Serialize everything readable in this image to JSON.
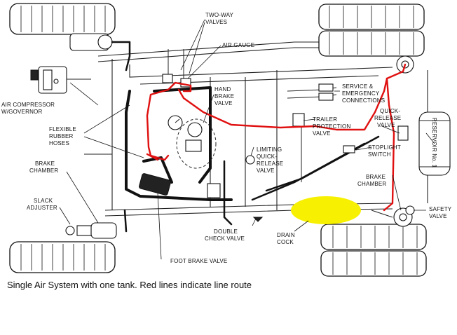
{
  "labels": {
    "two_way_1": "TWO-WAY",
    "two_way_2": "VALVES",
    "air_gauge": "AIR GAUGE",
    "hand_brake_1": "HAND",
    "hand_brake_2": "BRAKE",
    "hand_brake_3": "VALVE",
    "air_comp_1": "AIR COMPRESSOR",
    "air_comp_2": "W/GOVERNOR",
    "flex_1": "FLEXIBLE",
    "flex_2": "RUBBER",
    "flex_3": "HOSES",
    "brake_ch_left_1": "BRAKE",
    "brake_ch_left_2": "CHAMBER",
    "slack_1": "SLACK",
    "slack_2": "ADJUSTER",
    "service_1": "SERVICE &",
    "service_2": "EMERGENCY",
    "service_3": "CONNECTIONS",
    "quick_rel_1": "QUICK-",
    "quick_rel_2": "RELEASE",
    "quick_rel_3": "VALVE",
    "trailer_1": "TRAILER",
    "trailer_2": "PROTECTION",
    "trailer_3": "VALVE",
    "limiting_1": "LIMITING",
    "limiting_2": "QUICK-",
    "limiting_3": "RELEASE",
    "limiting_4": "VALVE",
    "stoplight_1": "STOPLIGHT",
    "stoplight_2": "SWITCH",
    "brake_ch_right_1": "BRAKE",
    "brake_ch_right_2": "CHAMBER",
    "reservoir": "RESERVOIR No. 1",
    "safety_1": "SAFETY",
    "safety_2": "VALVE",
    "double_check_1": "DOUBLE",
    "double_check_2": "CHECK VALVE",
    "drain_1": "DRAIN",
    "drain_2": "COCK",
    "foot_brake": "FOOT BRAKE VALVE"
  },
  "caption": "Single Air System with one tank.  Red lines indicate line route",
  "colors": {
    "route_line": "#e01010",
    "highlight": "#f7f000",
    "linework": "#111111"
  }
}
